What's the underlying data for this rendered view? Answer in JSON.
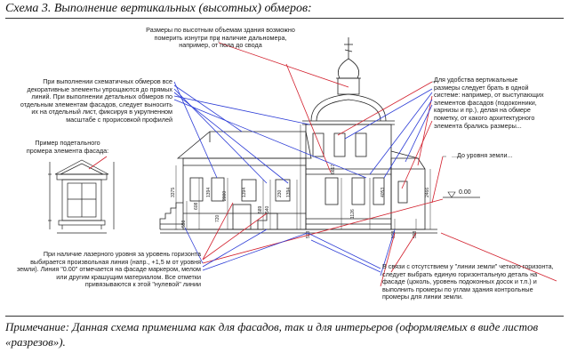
{
  "title": "Схема 3. Выполнение вертикальных (высотных) обмеров:",
  "notes": {
    "top_center": "Размеры по высотным объемам здания возможно померить изнутри при наличие дальномера, например, от пола до свода",
    "top_left": "При выполнении схематичных обмеров все декоративные элементы упрощаются до прямых линий. При выполнении детальных обмеров по отдельным элементам фасадов, следует выносить их на отдельный лист, фиксируя в укрупненном масштабе с прорисовкой профилей",
    "detail_label": "Пример подетального промера элемента фасада:",
    "top_right": "Для удобства вертикальные размеры следует брать в одной системе: например, от выступающих элементов фасадов (подоконники, карнизы и пр.), делая на обмере пометку, от какого архитектурного элемента брались размеры...",
    "ground": "...До уровня земли...",
    "bottom_left": "При наличие лазерного уровня за уровень горизонта выбирается произвольная линия (напр., +1,5 м от уровня земли). Линия \"0.00\" отмечается на фасаде маркером, мелом или другим крашущим материалом. Все отметки привязываются к этой \"нулевой\" линии",
    "bottom_right": "В связи с отсутствием у \"линии земли\" четкого горизонта, следует выбрать единую горизонтальную деталь на фасаде (цоколь, уровень подоконных досок и т.п.) и выполнить промеры по углам здания контрольные промеры для линии земли."
  },
  "zero_mark": "0.00",
  "dimensions": {
    "d3375": "3375",
    "d598a": "598",
    "d608": "608",
    "d1394a": "1394",
    "d720": "720",
    "d2000": "2000",
    "d1394b": "1394",
    "d589": "589",
    "d540": "540",
    "d230": "230",
    "d1394c": "1394",
    "d598b": "598",
    "d6617": "6617",
    "d1126": "1126",
    "d4053": "4053",
    "d2466": "2466",
    "d598c": "598",
    "d598d": "598"
  },
  "footer": "Примечание: Данная схема применима как для фасадов, так и для интерьеров (оформляемых в виде листов «разрезов»)."
}
